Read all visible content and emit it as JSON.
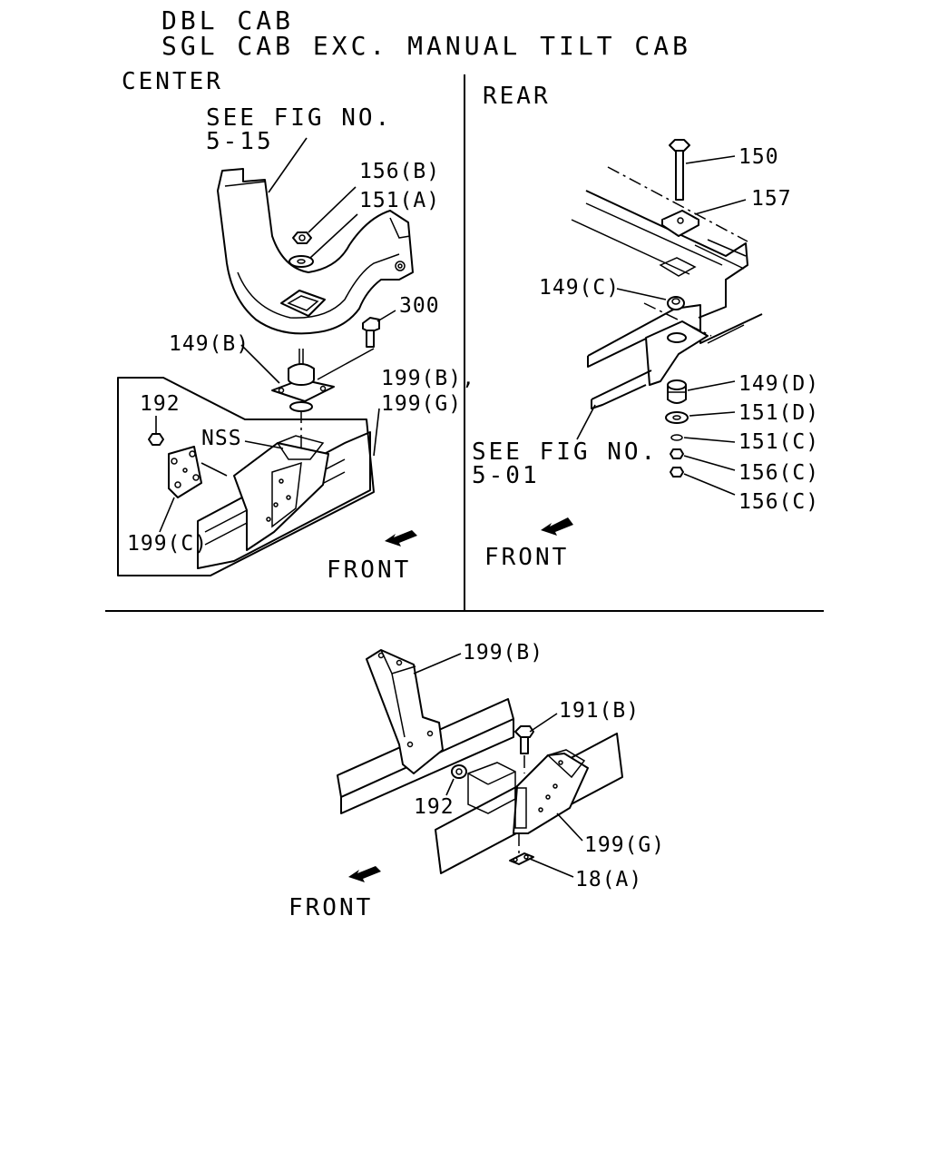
{
  "header": {
    "line1": "DBL CAB",
    "line2": "SGL CAB EXC. MANUAL TILT CAB"
  },
  "center": {
    "title": "CENTER",
    "see_fig_line1": "SEE FIG NO.",
    "see_fig_line2": "5-15",
    "labels": {
      "p156b": "156(B)",
      "p151a": "151(A)",
      "p300": "300",
      "p149b": "149(B)",
      "p192": "192",
      "p199bg_1": "199(B),",
      "p199bg_2": "199(G)",
      "nss": "NSS",
      "p199c": "199(C)"
    },
    "front": "FRONT"
  },
  "rear": {
    "title": "REAR",
    "see_fig_line1": "SEE FIG NO.",
    "see_fig_line2": "5-01",
    "labels": {
      "p150": "150",
      "p157": "157",
      "p149c": "149(C)",
      "p149d": "149(D)",
      "p151d": "151(D)",
      "p151c": "151(C)",
      "p156c_1": "156(C)",
      "p156c_2": "156(C)"
    },
    "front": "FRONT"
  },
  "lower": {
    "labels": {
      "p199b": "199(B)",
      "p191b": "191(B)",
      "p192": "192",
      "p199g": "199(G)",
      "p18a": "18(A)"
    },
    "front": "FRONT"
  }
}
